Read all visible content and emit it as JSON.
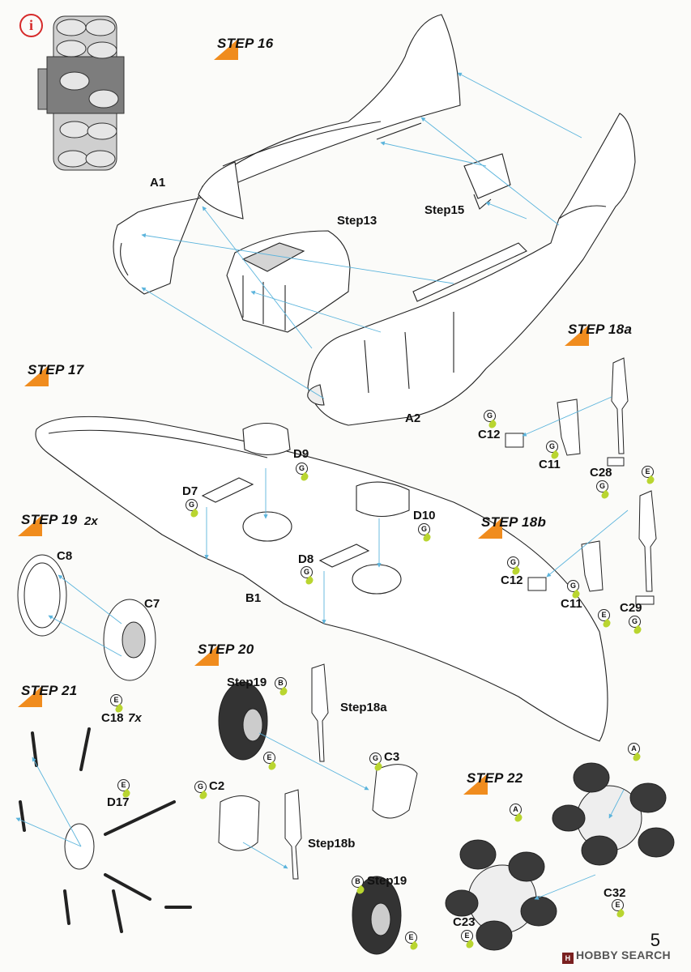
{
  "info_icon": "i",
  "steps": {
    "s16": "STEP 16",
    "s17": "STEP 17",
    "s18a": "STEP 18a",
    "s18b": "STEP 18b",
    "s19": "STEP 19",
    "s19_qty": "2x",
    "s20": "STEP 20",
    "s21": "STEP 21",
    "s22": "STEP 22"
  },
  "labels": {
    "A1": "A1",
    "A2": "A2",
    "B1": "B1",
    "step13": "Step13",
    "step15": "Step15",
    "C12a": "C12",
    "C11a": "C11",
    "C28": "C28",
    "C12b": "C12",
    "C11b": "C11",
    "C29": "C29",
    "D9": "D9",
    "D7": "D7",
    "D10": "D10",
    "D8": "D8",
    "C8": "C8",
    "C7": "C7",
    "step19_top": "Step19",
    "step18a": "Step18a",
    "C3": "C3",
    "C2": "C2",
    "step18b": "Step18b",
    "step19_bot": "Step19",
    "C18": "C18",
    "C18_qty": "7x",
    "D17": "D17",
    "C32": "C32",
    "C23": "C23"
  },
  "badges": {
    "G": "G",
    "E": "E",
    "B": "B",
    "A": "A"
  },
  "page_number": "5",
  "watermark": {
    "logo": "H",
    "text": "HOBBY SEARCH"
  },
  "colors": {
    "step_accent": "#f08c1e",
    "arrow": "#5bb4dc",
    "paint_drop": "#b9d530",
    "info": "#d62a2a"
  }
}
